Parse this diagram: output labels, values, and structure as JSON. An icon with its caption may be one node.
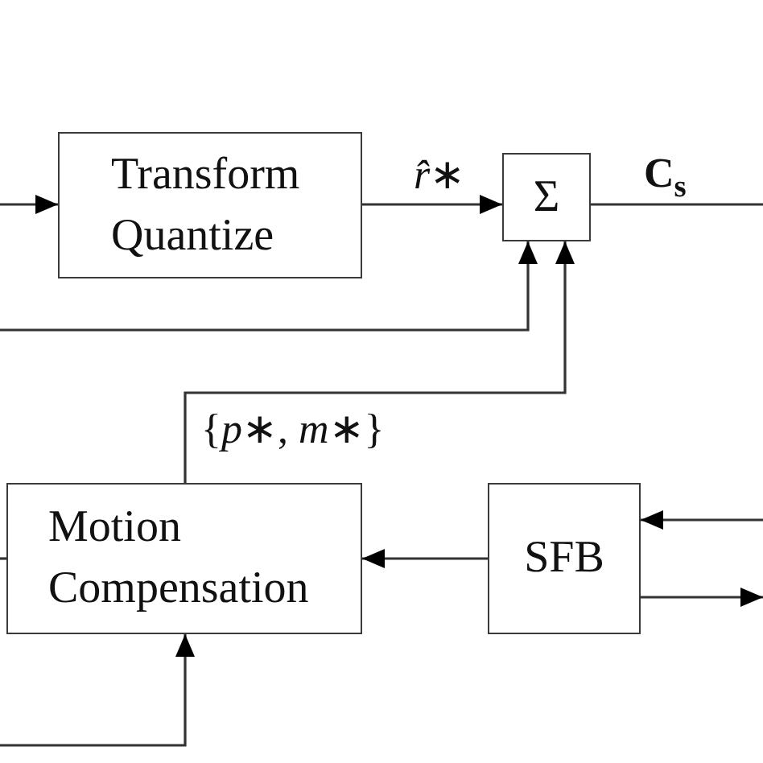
{
  "diagram": {
    "nodes": [
      {
        "text": [
          "Transform Quantize"
        ]
      },
      {
        "text": [
          "Σ"
        ]
      },
      {
        "text": [
          "Motion Compensation"
        ]
      },
      {
        "text": [
          "SFB"
        ]
      }
    ],
    "edges": [
      {
        "from": null,
        "to": 0,
        "arrow": "to"
      },
      {
        "from": 0,
        "to": 1,
        "arrow": "to",
        "label": "*r̂*∗"
      },
      {
        "from": 1,
        "to": null,
        "arrow": "none",
        "label": "C$_{s}$"
      },
      {
        "from": null,
        "to": 1,
        "arrow": "to"
      },
      {
        "from": 2,
        "to": 1,
        "arrow": "to",
        "label": "{*p*∗, *m*∗}"
      },
      {
        "from": 3,
        "to": 2,
        "arrow": "to"
      },
      {
        "from": null,
        "to": 3,
        "arrow": "to"
      },
      {
        "from": 3,
        "to": null,
        "arrow": "to"
      },
      {
        "from": null,
        "to": 2,
        "arrow": "to"
      },
      {
        "from": 2,
        "to": null,
        "arrow": "none"
      }
    ]
  }
}
